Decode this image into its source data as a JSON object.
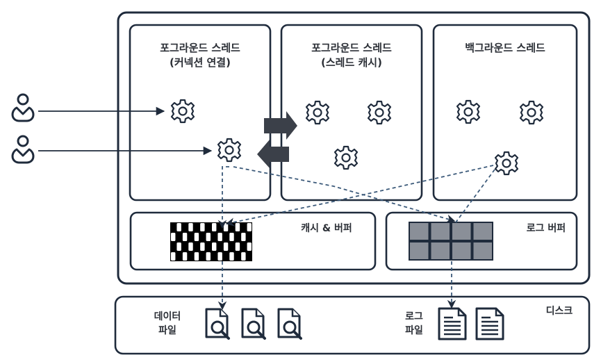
{
  "diagram": {
    "colors": {
      "stroke": "#1f2b3c",
      "dashed_line": "#3c5a7a",
      "bidirectional_arrow": "#3b4049",
      "log_buffer_cell": "#8a8f98",
      "checker_dark": "#000000",
      "checker_light": "#ffffff"
    },
    "users": [
      {
        "icon": "user-icon"
      },
      {
        "icon": "user-icon"
      }
    ],
    "threads": [
      {
        "title_line1": "포그라운드 스레드",
        "title_line2": "(커넥션 연결)",
        "gear_count": 2
      },
      {
        "title_line1": "포그라운드 스레드",
        "title_line2": "(스레드 캐시)",
        "gear_count": 3
      },
      {
        "title_line1": "백그라운드 스레드",
        "title_line2": "",
        "gear_count": 3
      }
    ],
    "memory": {
      "cache_buffer": {
        "label": "캐시 & 버퍼",
        "pattern": "checkerboard",
        "rows": 4,
        "cols": 14
      },
      "log_buffer": {
        "label": "로그 버퍼",
        "pattern": "grid",
        "rows": 2,
        "cols": 4
      }
    },
    "disk": {
      "label": "디스크",
      "data_files": {
        "label_line1": "데이터",
        "label_line2": "파일",
        "count": 3,
        "icon": "file-search-icon"
      },
      "log_files": {
        "label_line1": "로그",
        "label_line2": "파일",
        "count": 2,
        "icon": "file-text-icon"
      }
    }
  }
}
